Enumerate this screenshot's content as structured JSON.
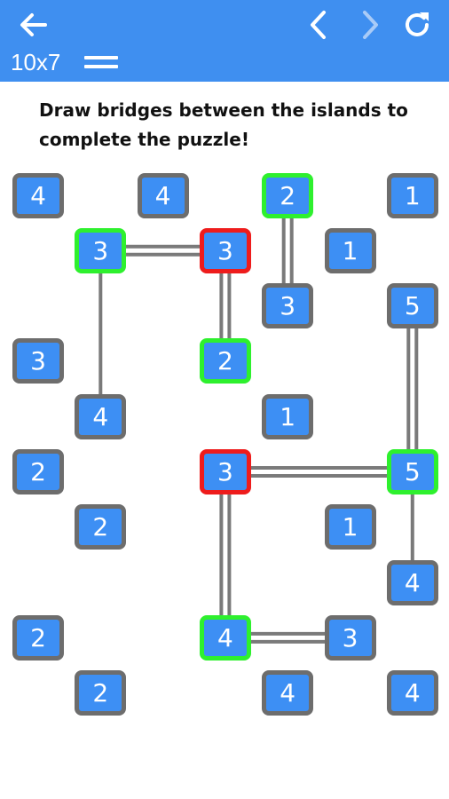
{
  "header": {
    "back_icon": "arrow-left-icon",
    "prev_icon": "chevron-left-icon",
    "next_icon": "chevron-right-icon",
    "restart_icon": "refresh-icon",
    "puzzle_size": "10x7",
    "menu_icon": "menu-icon",
    "bar_color": "#3f8ff0"
  },
  "instructions": "Draw bridges between the islands to complete the puzzle!",
  "colors": {
    "island_fill": "#3d8ff4",
    "island_border_default": "#6d6d6d",
    "island_border_complete": "#2ef02e",
    "island_border_over": "#ee1c1c",
    "bridge": "#7a7a7a"
  },
  "board": {
    "rows": 10,
    "cols": 7,
    "islands": [
      {
        "id": "r0c0",
        "row": 0,
        "col": 0,
        "value": "4",
        "state": "default"
      },
      {
        "id": "r0c2",
        "row": 0,
        "col": 2,
        "value": "4",
        "state": "default"
      },
      {
        "id": "r0c4",
        "row": 0,
        "col": 4,
        "value": "2",
        "state": "complete"
      },
      {
        "id": "r0c6",
        "row": 0,
        "col": 6,
        "value": "1",
        "state": "default"
      },
      {
        "id": "r1c1",
        "row": 1,
        "col": 1,
        "value": "3",
        "state": "complete"
      },
      {
        "id": "r1c3",
        "row": 1,
        "col": 3,
        "value": "3",
        "state": "over"
      },
      {
        "id": "r1c5",
        "row": 1,
        "col": 5,
        "value": "1",
        "state": "default"
      },
      {
        "id": "r2c4",
        "row": 2,
        "col": 4,
        "value": "3",
        "state": "default"
      },
      {
        "id": "r2c6",
        "row": 2,
        "col": 6,
        "value": "5",
        "state": "default"
      },
      {
        "id": "r3c0",
        "row": 3,
        "col": 0,
        "value": "3",
        "state": "default"
      },
      {
        "id": "r3c3",
        "row": 3,
        "col": 3,
        "value": "2",
        "state": "complete"
      },
      {
        "id": "r4c1",
        "row": 4,
        "col": 1,
        "value": "4",
        "state": "default"
      },
      {
        "id": "r4c4",
        "row": 4,
        "col": 4,
        "value": "1",
        "state": "default"
      },
      {
        "id": "r5c0",
        "row": 5,
        "col": 0,
        "value": "2",
        "state": "default"
      },
      {
        "id": "r5c3",
        "row": 5,
        "col": 3,
        "value": "3",
        "state": "over"
      },
      {
        "id": "r5c6",
        "row": 5,
        "col": 6,
        "value": "5",
        "state": "complete"
      },
      {
        "id": "r6c1",
        "row": 6,
        "col": 1,
        "value": "2",
        "state": "default"
      },
      {
        "id": "r6c5",
        "row": 6,
        "col": 5,
        "value": "1",
        "state": "default"
      },
      {
        "id": "r7c6",
        "row": 7,
        "col": 6,
        "value": "4",
        "state": "default"
      },
      {
        "id": "r8c0",
        "row": 8,
        "col": 0,
        "value": "2",
        "state": "default"
      },
      {
        "id": "r8c3",
        "row": 8,
        "col": 3,
        "value": "4",
        "state": "complete"
      },
      {
        "id": "r8c5",
        "row": 8,
        "col": 5,
        "value": "3",
        "state": "default"
      },
      {
        "id": "r9c1",
        "row": 9,
        "col": 1,
        "value": "2",
        "state": "default"
      },
      {
        "id": "r9c4",
        "row": 9,
        "col": 4,
        "value": "4",
        "state": "default"
      },
      {
        "id": "r9c6",
        "row": 9,
        "col": 6,
        "value": "4",
        "state": "default"
      }
    ],
    "bridges": [
      {
        "from": "r1c1",
        "to": "r1c3",
        "count": 2
      },
      {
        "from": "r1c1",
        "to": "r4c1",
        "count": 1
      },
      {
        "from": "r1c3",
        "to": "r3c3",
        "count": 2
      },
      {
        "from": "r0c4",
        "to": "r2c4",
        "count": 2
      },
      {
        "from": "r2c6",
        "to": "r5c6",
        "count": 2
      },
      {
        "from": "r5c3",
        "to": "r5c6",
        "count": 2
      },
      {
        "from": "r5c3",
        "to": "r8c3",
        "count": 2
      },
      {
        "from": "r5c6",
        "to": "r7c6",
        "count": 1
      },
      {
        "from": "r8c3",
        "to": "r8c5",
        "count": 2
      }
    ]
  }
}
